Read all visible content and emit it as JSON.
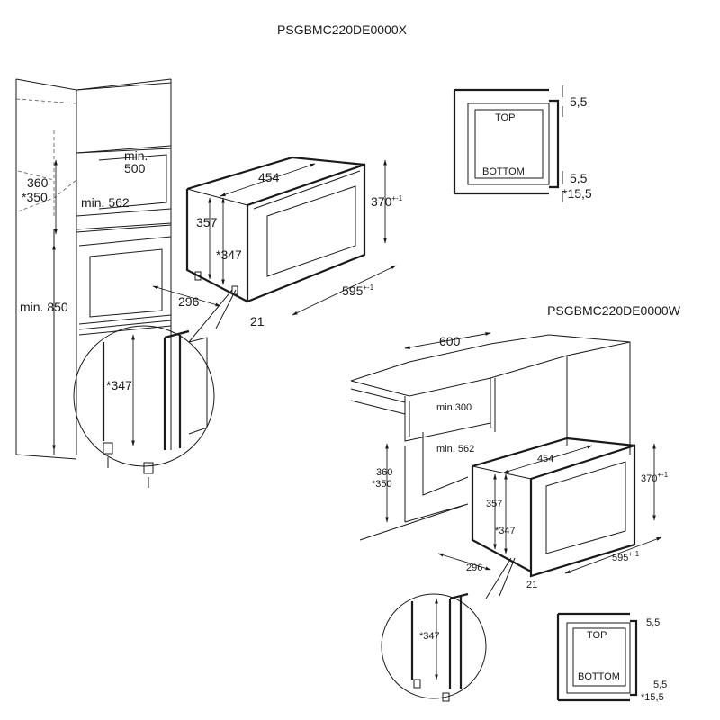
{
  "top_model": {
    "title": "PSGBMC220DE0000X",
    "dims": {
      "min500_a": "min.",
      "min500_b": "500",
      "h360": "360",
      "h350": "*350",
      "min562": "min. 562",
      "min850": "min. 850",
      "w454": "454",
      "h357": "357",
      "h347": "*347",
      "h370": "370",
      "h370_tol": "+-1",
      "d296": "296",
      "d21": "21",
      "w595": "595",
      "w595_tol": "+-1",
      "detail_347": "*347"
    },
    "trim": {
      "top": "TOP",
      "bottom": "BOTTOM",
      "gap_top": "5,5",
      "gap_bottom": "5,5",
      "gap_frame": "*15,5"
    }
  },
  "bottom_model": {
    "title": "PSGBMC220DE0000W",
    "dims": {
      "w600": "600",
      "min300": "min.300",
      "min562": "min. 562",
      "h360": "360",
      "h350": "*350",
      "w454": "454",
      "h357": "357",
      "h347": "*347",
      "h370": "370",
      "h370_tol": "+-1",
      "d296": "296",
      "d21": "21",
      "w595": "595",
      "w595_tol": "+-1",
      "detail_347": "*347"
    },
    "trim": {
      "top": "TOP",
      "bottom": "BOTTOM",
      "gap_top": "5,5",
      "gap_bottom": "5,5",
      "gap_frame": "*15,5"
    }
  }
}
